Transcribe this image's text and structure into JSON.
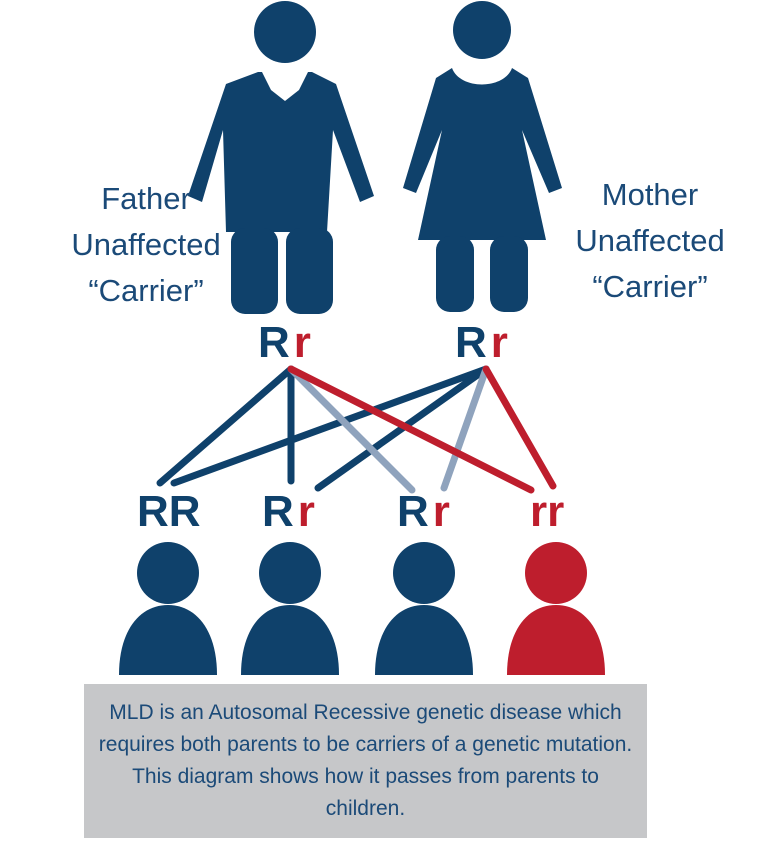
{
  "colors": {
    "navy": "#0f416b",
    "text_blue": "#1b4a78",
    "red": "#be1e2d",
    "light_blue": "#8fa3bd",
    "caption_bg": "#c6c7c9"
  },
  "parents": [
    {
      "role": "father",
      "icon": "male-figure-icon",
      "label_lines": [
        "Father",
        "Unaffected",
        "“Carrier”"
      ],
      "genotype": {
        "dominant": "R",
        "recessive": "r"
      }
    },
    {
      "role": "mother",
      "icon": "female-figure-icon",
      "label_lines": [
        "Mother",
        "Unaffected",
        "“Carrier”"
      ],
      "genotype": {
        "dominant": "R",
        "recessive": "r"
      }
    }
  ],
  "children": [
    {
      "genotype": "RR",
      "dominant": "RR",
      "recessive": "",
      "icon": "person-icon",
      "color": "#0f416b"
    },
    {
      "genotype": "Rr",
      "dominant": "R",
      "recessive": "r",
      "icon": "person-icon",
      "color": "#0f416b"
    },
    {
      "genotype": "Rr",
      "dominant": "R",
      "recessive": "r",
      "icon": "person-icon",
      "color": "#0f416b"
    },
    {
      "genotype": "rr",
      "dominant": "",
      "recessive": "rr",
      "icon": "person-icon",
      "color": "#be1e2d"
    }
  ],
  "inheritance_lines": [
    {
      "from": "father",
      "to": "child-1",
      "color": "#0f416b"
    },
    {
      "from": "father",
      "to": "child-2",
      "color": "#0f416b"
    },
    {
      "from": "father",
      "to": "child-3",
      "color": "#8fa3bd"
    },
    {
      "from": "father",
      "to": "child-4",
      "color": "#be1e2d"
    },
    {
      "from": "mother",
      "to": "child-1",
      "color": "#0f416b"
    },
    {
      "from": "mother",
      "to": "child-2",
      "color": "#0f416b"
    },
    {
      "from": "mother",
      "to": "child-3",
      "color": "#8fa3bd"
    },
    {
      "from": "mother",
      "to": "child-4",
      "color": "#be1e2d"
    }
  ],
  "caption": "MLD is an Autosomal Recessive genetic disease which requires both parents to be carriers of a genetic mutation. This diagram shows how it passes from parents to children."
}
